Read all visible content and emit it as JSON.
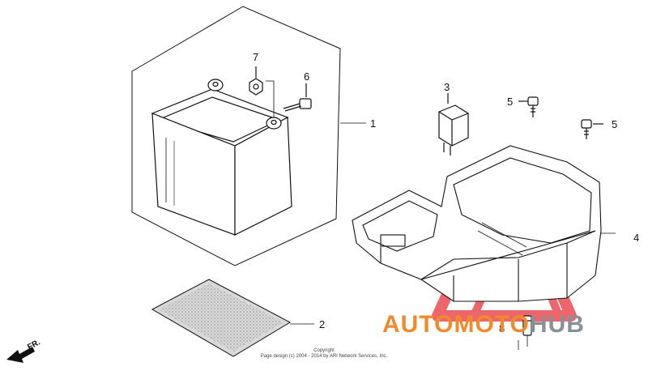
{
  "callouts": {
    "battery": "1",
    "mat": "2",
    "relay": "3",
    "tray": "4",
    "bolt_a": "5",
    "bolt_b": "5",
    "bolt_c": "6",
    "nut": "7",
    "fuse": "8"
  },
  "direction_marker": "FR.",
  "copyright": {
    "line1": "Copyright",
    "line2": "Page design (c) 2004 - 2014 by ARI Network Services, Inc."
  },
  "watermark": {
    "part1": "AUTOMOTO",
    "part2": "HUB",
    "color_primary": "#f08a2a",
    "color_secondary": "#8a8f96",
    "logo_color": "#e8333a"
  },
  "colors": {
    "line": "#111111",
    "background": "#ffffff"
  }
}
